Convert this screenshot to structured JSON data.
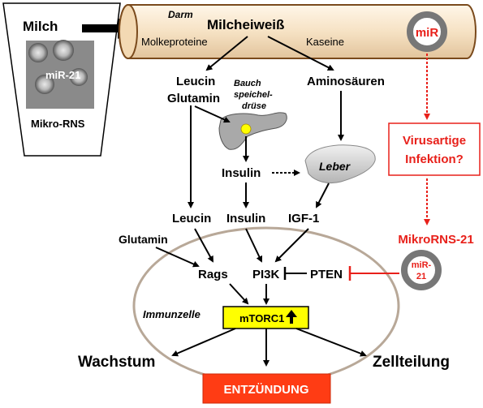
{
  "milk_panel": {
    "milk_label": "Milch",
    "mir21_label": "miR-21",
    "microrna_label": "Mikro-RNS"
  },
  "intestine": {
    "label": "Darm",
    "milk_protein": "Milcheiweiß",
    "whey": "Molkeproteine",
    "casein": "Kaseine",
    "mir_badge": "miR"
  },
  "pathway": {
    "leucin_top": "Leucin",
    "glutamin_top": "Glutamin",
    "pancreas_line1": "Bauch",
    "pancreas_line2": "speichel-",
    "pancreas_line3": "drüse",
    "amino_acids": "Aminosäuren",
    "insulin_mid": "Insulin",
    "liver": "Leber",
    "leucin": "Leucin",
    "insulin": "Insulin",
    "igf1": "IGF-1",
    "glutamin": "Glutamin",
    "rags": "Rags",
    "pi3k": "PI3K",
    "pten": "PTEN",
    "immune_cell": "Immunzelle",
    "mtorc1": "mTORC1",
    "mtorc1_arrow": "🡅",
    "growth": "Wachstum",
    "cell_division": "Zellteilung",
    "inflammation": "ENTZÜNDUNG"
  },
  "viral": {
    "line1": "Virusartige",
    "line2": "Infektion?",
    "microrna21": "MikroRNS-21",
    "badge_line1": "miR-",
    "badge_line2": "21"
  },
  "colors": {
    "red": "#e8201a",
    "mtorc_fill": "#ffff00",
    "intestine_fill": "#f7e7cf",
    "intestine_stroke": "#7a4a1c",
    "cell_stroke": "#b8a898",
    "inflammation_fill": "#ff3c14"
  }
}
